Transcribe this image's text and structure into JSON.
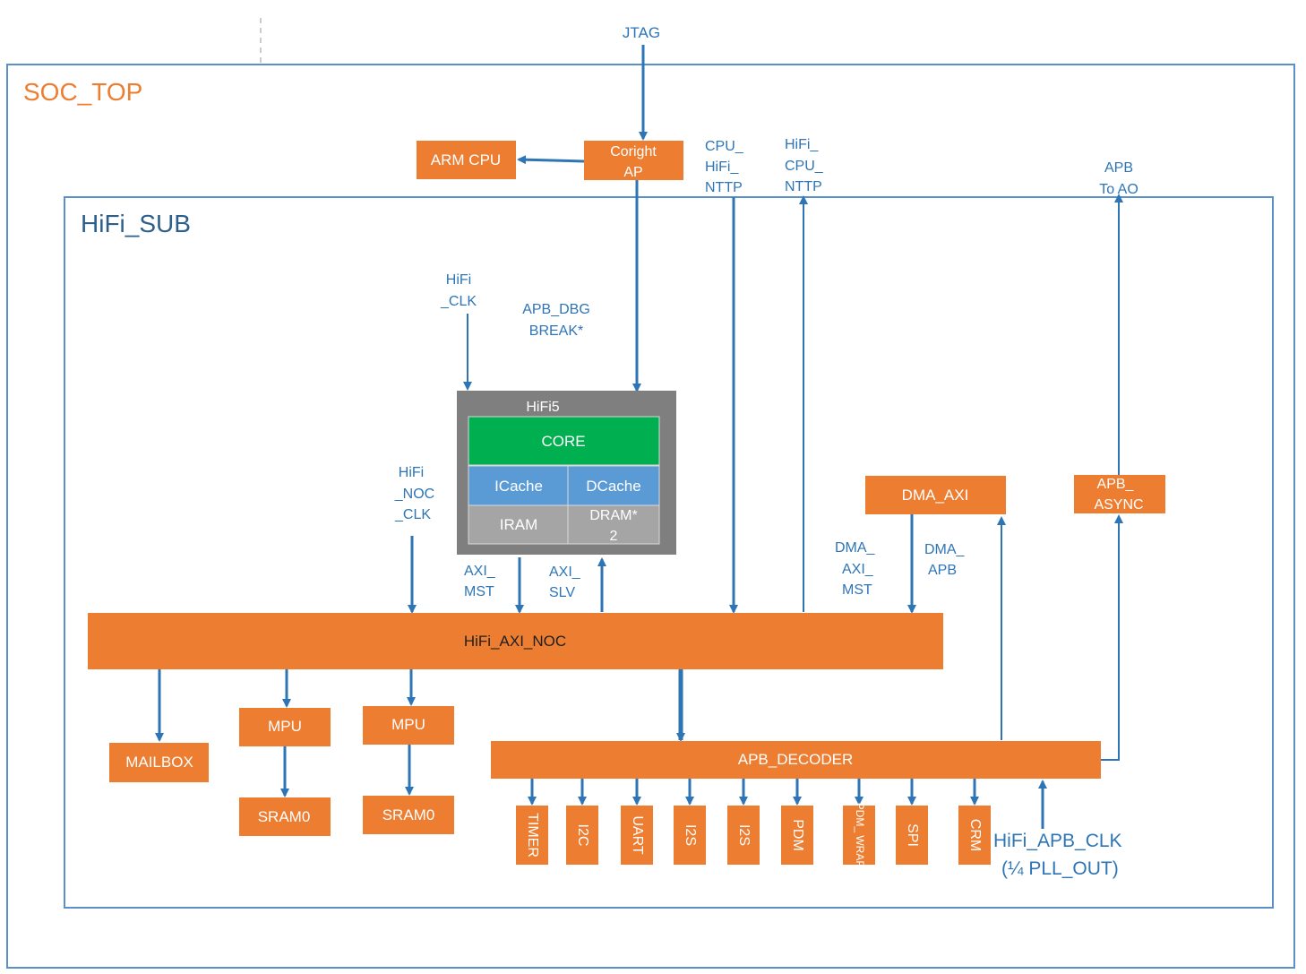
{
  "labels": {
    "soc_top": "SOC_TOP",
    "hifi_sub": "HiFi_SUB",
    "jtag": "JTAG",
    "arm_cpu": "ARM CPU",
    "coright_ap": [
      "Coright",
      "AP"
    ],
    "cpu_hifi_nttp": [
      "CPU_",
      "HiFi_",
      "NTTP"
    ],
    "hifi_cpu_nttp": [
      "HiFi_",
      "CPU_",
      "NTTP"
    ],
    "apb_to_ao": [
      "APB",
      "To AO"
    ],
    "hifi_clk": [
      "HiFi",
      "_CLK"
    ],
    "apb_dbg_break": [
      "APB_DBG",
      "BREAK*"
    ],
    "hifi5": "HiFi5",
    "core": "CORE",
    "icache": "ICache",
    "dcache": "DCache",
    "iram": "IRAM",
    "dram": [
      "DRAM*",
      "2"
    ],
    "hifi_noc_clk": [
      "HiFi",
      "_NOC",
      "_CLK"
    ],
    "axi_mst": [
      "AXI_",
      "MST"
    ],
    "axi_slv": [
      "AXI_",
      "SLV"
    ],
    "dma_axi": "DMA_AXI",
    "apb_async": [
      "APB_",
      "ASYNC"
    ],
    "dma_axi_mst": [
      "DMA_",
      "AXI_",
      "MST"
    ],
    "dma_apb": [
      "DMA_",
      "APB"
    ],
    "hifi_axi_noc": "HiFi_AXI_NOC",
    "mailbox": "MAILBOX",
    "mpu_1": "MPU",
    "mpu_2": "MPU",
    "sram0_1": "SRAM0",
    "sram0_2": "SRAM0",
    "apb_decoder": "APB_DECODER",
    "hifi_apb_clk": [
      "HiFi_APB_CLK",
      "(¼ PLL_OUT)"
    ]
  },
  "peripherals": [
    "TIMER",
    "I2C",
    "UART",
    "I2S",
    "I2S",
    "PDM",
    "PDM_ WRAP",
    "SPI",
    "CRM"
  ],
  "colors": {
    "orange": "#ed7d31",
    "green": "#00b050",
    "blue_cell": "#5b9bd5",
    "gray_cell": "#a5a5a5",
    "hifi5_frame": "#7f7f7f",
    "arrow": "#2e75b6"
  }
}
